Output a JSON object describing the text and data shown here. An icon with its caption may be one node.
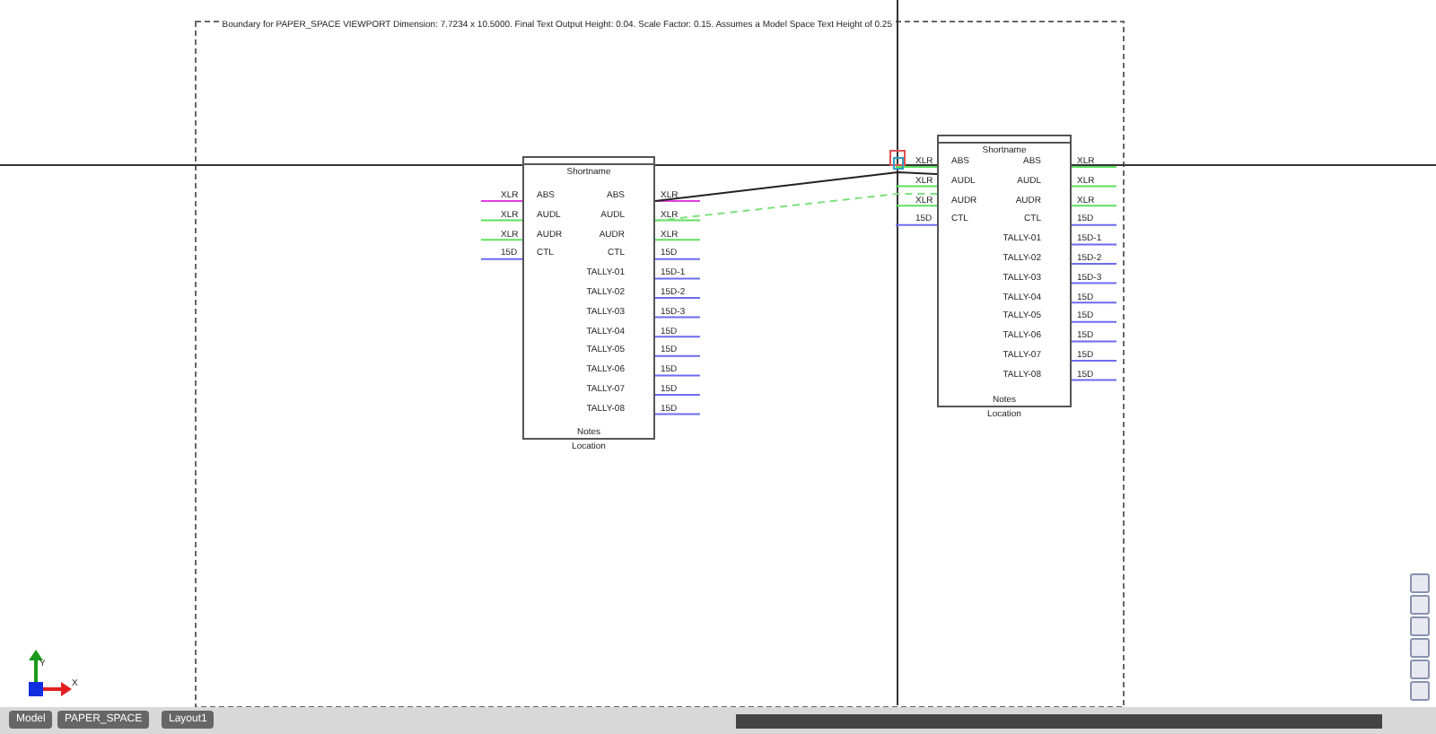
{
  "diagram": {
    "nodes": [
      {
        "text": [
          "Shortname",
          "Notes"
        ],
        "beside": [
          "Location"
        ]
      },
      {
        "text": [
          "Shortname",
          "Notes"
        ],
        "beside": [
          "Location"
        ]
      }
    ],
    "edges": [
      {
        "from": 0,
        "to": 1,
        "arrow": "none"
      },
      {
        "from": 0,
        "to": 1,
        "arrow": "none",
        "style": "dashed",
        "color": "#7ee07e"
      }
    ],
    "labels": [
      "Boundary for PAPER_SPACE VIEWPORT Dimension: 7.7234 x 10.5000. Final Text Output Height: 0.04. Scale Factor: 0.15. Assumes a Model Space Text Height of 0.25",
      "XLR",
      "ABS",
      "ABS",
      "XLR",
      "XLR",
      "AUDL",
      "AUDL",
      "XLR",
      "XLR",
      "AUDR",
      "AUDR",
      "XLR",
      "15D",
      "CTL",
      "CTL",
      "15D",
      "TALLY-01",
      "15D-1",
      "TALLY-02",
      "15D-2",
      "TALLY-03",
      "15D-3",
      "TALLY-04",
      "15D",
      "TALLY-05",
      "15D",
      "TALLY-06",
      "15D",
      "TALLY-07",
      "15D",
      "TALLY-08",
      "15D",
      "XLR",
      "ABS",
      "ABS",
      "XLR",
      "XLR",
      "AUDL",
      "AUDL",
      "XLR",
      "XLR",
      "AUDR",
      "AUDR",
      "XLR",
      "15D",
      "CTL",
      "CTL",
      "15D",
      "TALLY-01",
      "15D-1",
      "TALLY-02",
      "15D-2",
      "TALLY-03",
      "15D-3",
      "TALLY-04",
      "15D",
      "TALLY-05",
      "15D",
      "TALLY-06",
      "15D",
      "TALLY-07",
      "15D",
      "TALLY-08",
      "15D",
      "Y",
      "X",
      "Model",
      "PAPER_SPACE",
      "Layout1"
    ]
  }
}
